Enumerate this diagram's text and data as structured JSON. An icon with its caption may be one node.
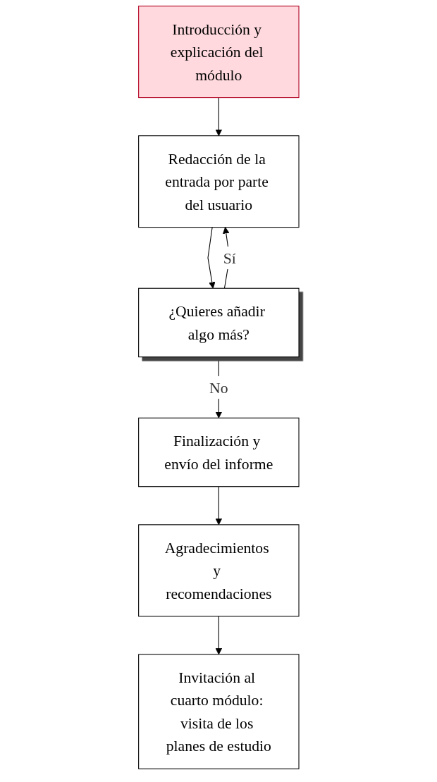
{
  "diagram": {
    "nodes": [
      {
        "text": [
          "Introducción y explicación del módulo"
        ]
      },
      {
        "text": [
          "Redacción de la entrada por parte del usuario"
        ]
      },
      {
        "text": [
          "¿Quieres añadir algo más?"
        ]
      },
      {
        "text": [
          "Finalización y envío del informe"
        ]
      },
      {
        "text": [
          "Agradecimientos y recomendaciones"
        ]
      },
      {
        "text": [
          "Invitación al cuarto módulo: visita de los planes de estudio"
        ]
      }
    ],
    "edges": [
      {
        "from": 0,
        "to": 1,
        "arrow": "to"
      },
      {
        "from": 1,
        "to": 2,
        "arrow": "to"
      },
      {
        "from": 2,
        "to": 1,
        "arrow": "to",
        "label": "Sí"
      },
      {
        "from": 2,
        "to": 3,
        "arrow": "to",
        "label": "No"
      },
      {
        "from": 3,
        "to": 4,
        "arrow": "to"
      },
      {
        "from": 4,
        "to": 5,
        "arrow": "to"
      }
    ]
  }
}
